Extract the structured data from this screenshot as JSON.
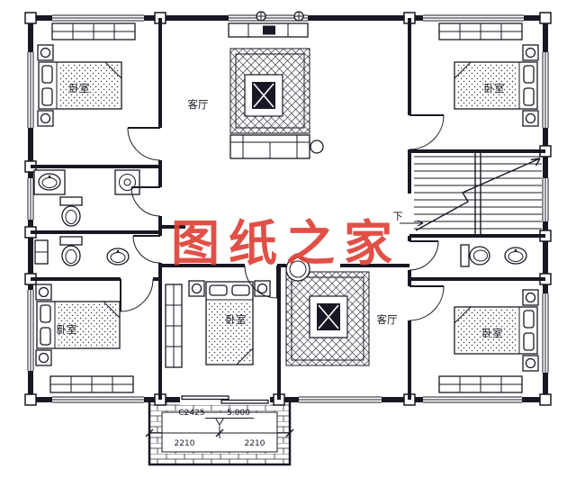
{
  "page": {
    "background": "#ffffff",
    "ink": "#181824"
  },
  "watermark": {
    "text": "图纸之家",
    "color": "#df4238"
  },
  "rooms": {
    "bedroom_top_left": "卧室",
    "bedroom_top_right": "卧室",
    "bedroom_bottom_left": "卧室",
    "bedroom_bottom_middle": "卧室",
    "bedroom_bottom_right": "卧室",
    "living_top": "客厅",
    "living_bottom": "客厅"
  },
  "stairs": {
    "down_label": "下"
  },
  "dimensions": {
    "balcony_left": "2210",
    "balcony_right": "2210",
    "door_code": "C2425",
    "floor_elevation": "5.000"
  }
}
